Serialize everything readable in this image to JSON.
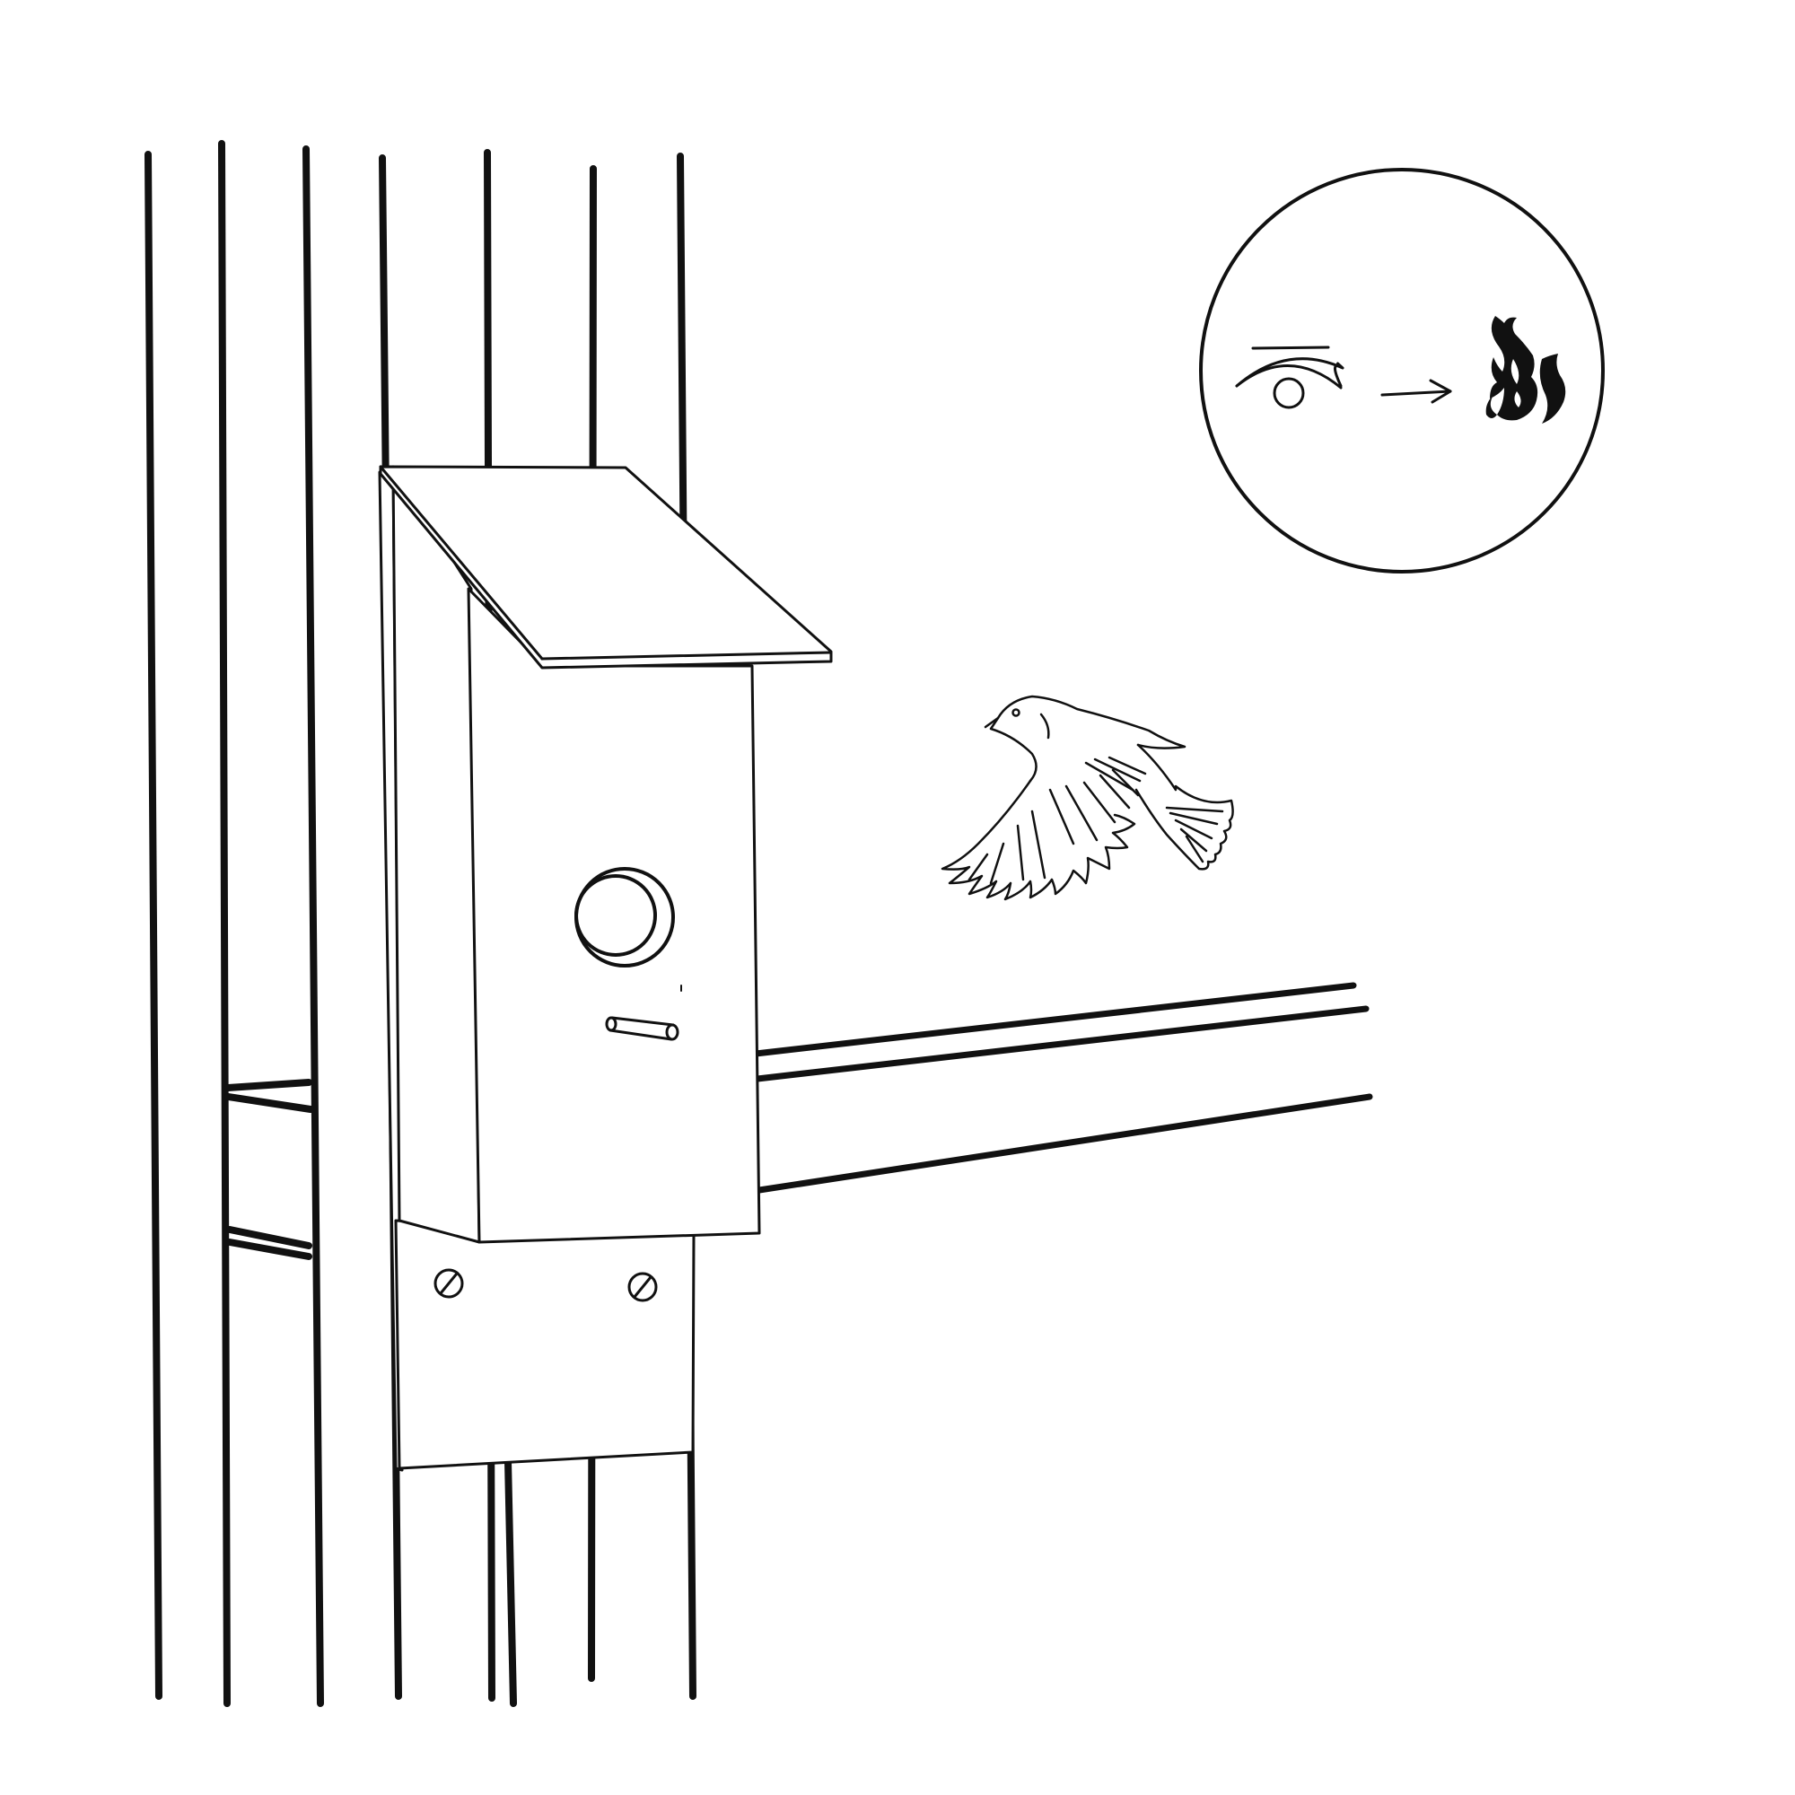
{
  "scene": {
    "background": "#ffffff",
    "ink_color": "#111111",
    "style": "black line drawing",
    "objects": [
      "pole",
      "wires",
      "birdhouse",
      "bird-in-flight",
      "eye-icon",
      "arrow-icon",
      "flame-icon"
    ]
  }
}
